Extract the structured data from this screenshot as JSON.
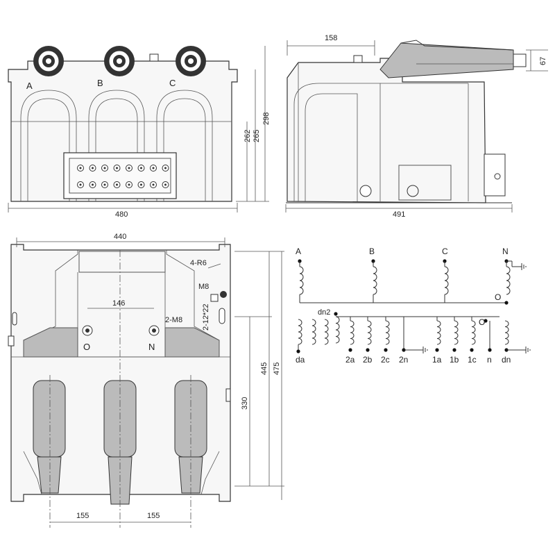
{
  "front_view": {
    "phase_labels": [
      "A",
      "B",
      "C"
    ],
    "dim_width": "480",
    "dim_h1": "262",
    "dim_h2": "265",
    "dim_h3": "298"
  },
  "side_view": {
    "dim_top": "158",
    "dim_width": "491",
    "dim_small": "67"
  },
  "bottom_view": {
    "dim_width": "440",
    "dim_center": "146",
    "dim_depth1": "445",
    "dim_depth2": "475",
    "dim_inner": "330",
    "dim_pitch1": "155",
    "dim_pitch2": "155",
    "note_radius": "4-R6",
    "note_m8_single": "M8",
    "note_m8_double": "2-M8",
    "note_slot": "2-12*22",
    "terminal_o": "O",
    "terminal_n": "N"
  },
  "wiring": {
    "primary": [
      "A",
      "B",
      "C",
      "N"
    ],
    "neutral_label": "O",
    "dn2_label": "dn2",
    "secondary_left": [
      "da"
    ],
    "secondary_group2": [
      "2a",
      "2b",
      "2c",
      "2n"
    ],
    "secondary_group1": [
      "1a",
      "1b",
      "1c",
      "n",
      "dn"
    ],
    "neutral_label2": "O"
  }
}
